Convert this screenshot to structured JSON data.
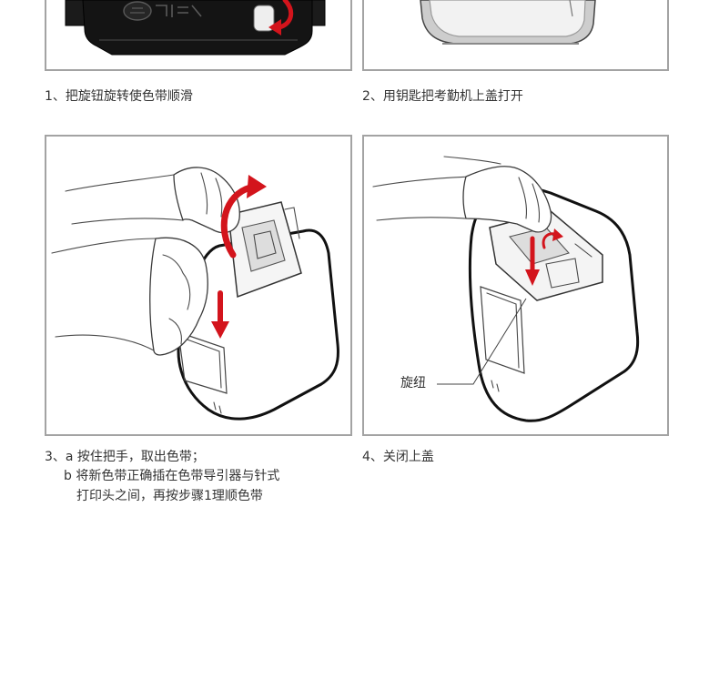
{
  "steps": [
    {
      "caption": "1、把旋钮旋转使色带顺滑"
    },
    {
      "caption": "2、用钥匙把考勤机上盖打开"
    },
    {
      "lines": [
        "3、a 按住把手，取出色带；",
        "b 将新色带正确插在色带导引器与针式",
        "打印头之间，再按步骤1理顺色带"
      ]
    },
    {
      "caption": "4、关闭上盖",
      "callout": "旋纽"
    }
  ],
  "colors": {
    "arrow": "#d3141c",
    "frame": "#a3a3a3",
    "text": "#333333"
  }
}
